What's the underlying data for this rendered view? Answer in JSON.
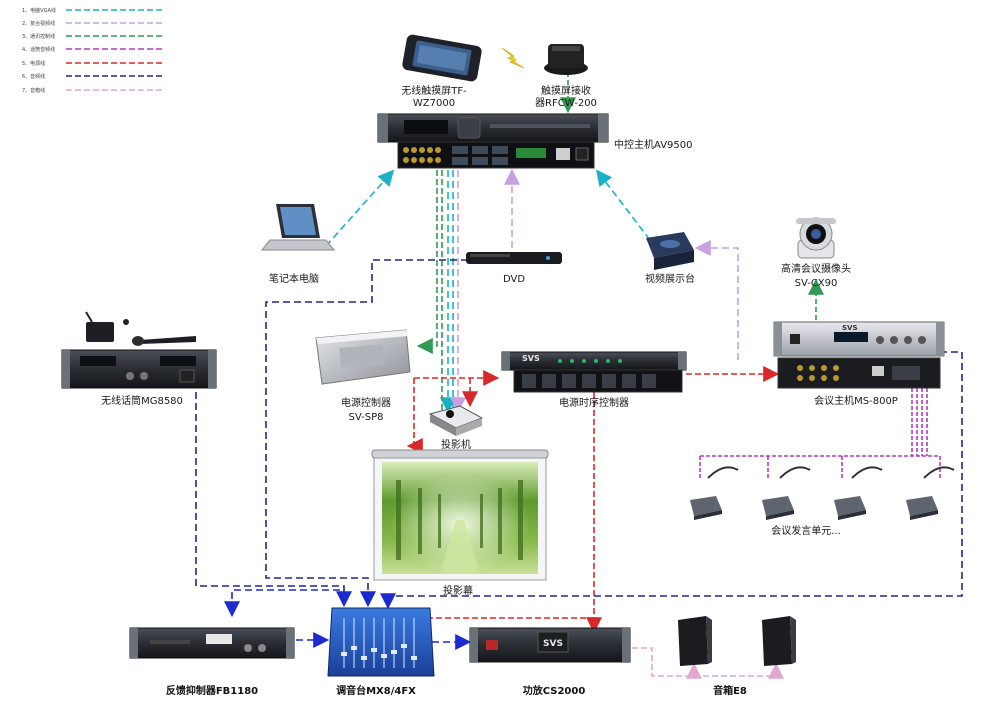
{
  "legend": [
    {
      "text": "1、电脑VGA线",
      "color": "#1ab0c8",
      "dash": "6,3"
    },
    {
      "text": "2、复合视频线",
      "color": "#c9a0e0",
      "dash": "6,3"
    },
    {
      "text": "3、通讯控制线",
      "color": "#2e9a52",
      "dash": "6,3"
    },
    {
      "text": "4、话筒音频线",
      "color": "#b03cc0",
      "dash": "6,3"
    },
    {
      "text": "5、电源线",
      "color": "#d8282a",
      "dash": "6,3"
    },
    {
      "text": "6、音频线",
      "color": "#22278e",
      "dash": "6,3"
    },
    {
      "text": "7、音箱线",
      "color": "#e2a6cf",
      "dash": "6,3"
    }
  ],
  "labels": {
    "touch_screen": [
      "无线触摸屏TF-",
      "WZ7000"
    ],
    "touch_receiver": [
      "触摸屏接收",
      "器RFCW-200"
    ],
    "central_control": "中控主机AV9500",
    "laptop": "笔记本电脑",
    "dvd": "DVD",
    "visualizer": "视频展示台",
    "camera": [
      "高清会议摄像头",
      "SV-CX90"
    ],
    "wireless_mic": "无线话筒MG8580",
    "power_controller": [
      "电源控制器",
      "SV-SP8"
    ],
    "projector": "投影机",
    "power_sequencer": "电源时序控制器",
    "conference_host": "会议主机MS-800P",
    "conference_units": "会议发言单元...",
    "screen": "投影幕",
    "feedback_suppressor": "反馈抑制器FB1180",
    "mixer": "调音台MX8/4FX",
    "amplifier": "功放CS2000",
    "speakers": "音箱E8"
  },
  "device_text": {
    "brand": "SVS"
  }
}
